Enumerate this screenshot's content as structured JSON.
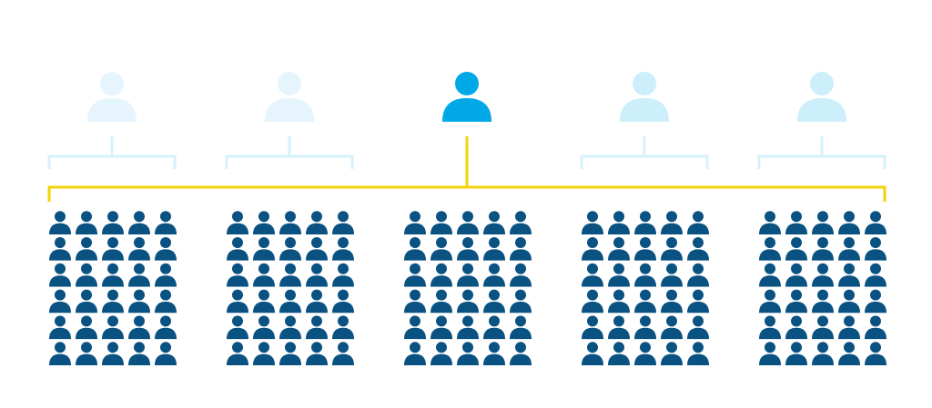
{
  "diagram": {
    "leader_index": 2,
    "group_count": 5,
    "members_per_group": {
      "rows": 6,
      "cols": 5
    },
    "colors": {
      "leader": "#00a8e8",
      "faded_leader": "#cdeefb",
      "faded_leader_outer": "#e6f5fd",
      "member": "#0a5282",
      "main_connector": "#f4d20a",
      "faded_connector": "#d6f1fc"
    },
    "icons": {
      "leader": "person-icon",
      "member": "person-icon"
    }
  }
}
